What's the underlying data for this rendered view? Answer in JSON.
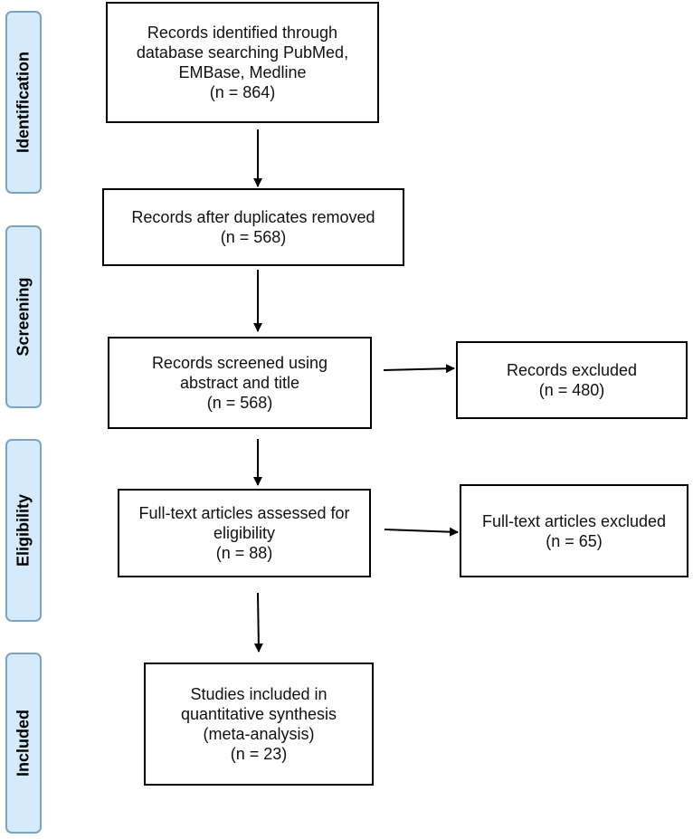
{
  "stages": [
    {
      "id": "identification",
      "label": "Identification"
    },
    {
      "id": "screening",
      "label": "Screening"
    },
    {
      "id": "eligibility",
      "label": "Eligibility"
    },
    {
      "id": "included",
      "label": "Included"
    }
  ],
  "boxes": {
    "identified": {
      "lines": [
        "Records identified through",
        "database searching PubMed,",
        "EMBase, Medline"
      ],
      "count": "(n = 864)"
    },
    "duplicates_removed": {
      "lines": [
        "Records after duplicates removed"
      ],
      "count": "(n = 568)"
    },
    "screened": {
      "lines": [
        "Records screened using",
        "abstract and title"
      ],
      "count": "(n = 568)"
    },
    "excluded": {
      "lines": [
        "Records excluded"
      ],
      "count": "(n = 480)"
    },
    "fulltext_assessed": {
      "lines": [
        "Full-text articles assessed for",
        "eligibility"
      ],
      "count": "(n = 88)"
    },
    "fulltext_excluded": {
      "lines": [
        "Full-text articles excluded"
      ],
      "count": "(n = 65)"
    },
    "included": {
      "lines": [
        "Studies included in",
        "quantitative synthesis",
        "(meta-analysis)"
      ],
      "count": "(n = 23)"
    }
  }
}
